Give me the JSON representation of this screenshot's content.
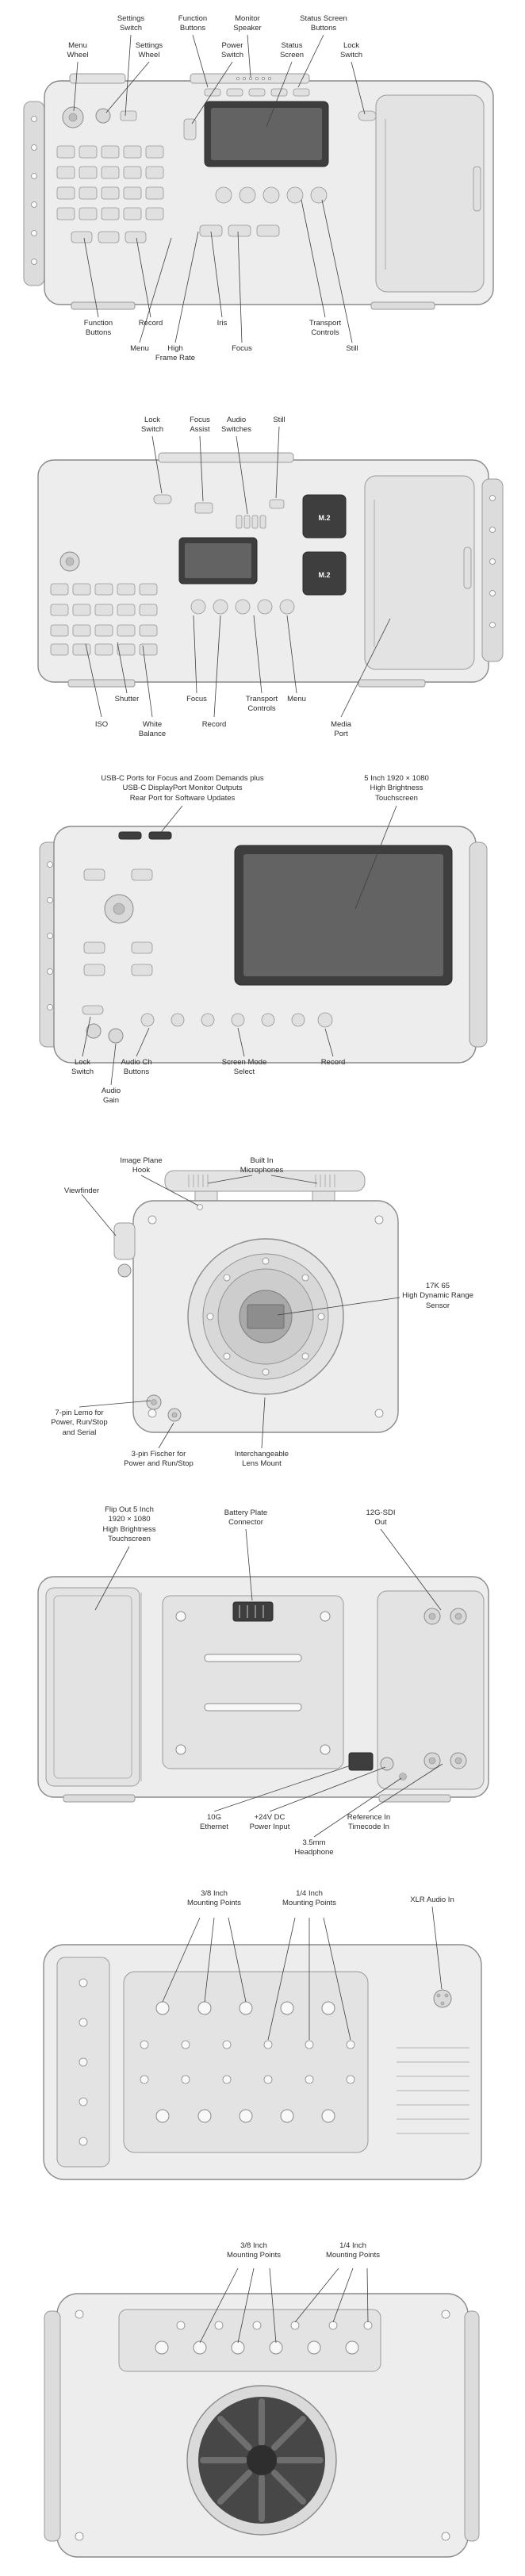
{
  "palette": {
    "background": "#ffffff",
    "label_text": "#2b2b2b",
    "leader_line": "#3f3f3f",
    "camera_body_fill": "#ededed",
    "camera_stroke": "#8a8a8a",
    "screen_dark": "#3e3e3e"
  },
  "badges": {
    "m2": "M.2"
  },
  "sections": [
    {
      "id": "side-view-control-panel",
      "labels": [
        {
          "text": "Settings\nSwitch"
        },
        {
          "text": "Function\nButtons"
        },
        {
          "text": "Monitor\nSpeaker"
        },
        {
          "text": "Status Screen\nButtons"
        },
        {
          "text": "Menu\nWheel"
        },
        {
          "text": "Settings\nWheel"
        },
        {
          "text": "Power\nSwitch"
        },
        {
          "text": "Status\nScreen"
        },
        {
          "text": "Lock\nSwitch"
        },
        {
          "text": "Function\nButtons"
        },
        {
          "text": "Record"
        },
        {
          "text": "Iris"
        },
        {
          "text": "Transport\nControls"
        },
        {
          "text": "Menu"
        },
        {
          "text": "High\nFrame Rate"
        },
        {
          "text": "Focus"
        },
        {
          "text": "Still"
        }
      ]
    },
    {
      "id": "side-view-media",
      "labels": [
        {
          "text": "Lock\nSwitch"
        },
        {
          "text": "Focus\nAssist"
        },
        {
          "text": "Audio\nSwitches"
        },
        {
          "text": "Still"
        },
        {
          "text": "Shutter"
        },
        {
          "text": "Focus"
        },
        {
          "text": "Transport\nControls"
        },
        {
          "text": "Menu"
        },
        {
          "text": "ISO"
        },
        {
          "text": "White\nBalance"
        },
        {
          "text": "Record"
        },
        {
          "text": "Media\nPort"
        }
      ]
    },
    {
      "id": "rear-view",
      "labels": [
        {
          "text": "USB-C Ports for Focus and Zoom Demands plus\nUSB-C DisplayPort Monitor Outputs\nRear Port for Software Updates"
        },
        {
          "text": "5 Inch 1920 × 1080\nHigh Brightness\nTouchscreen"
        },
        {
          "text": "Lock\nSwitch"
        },
        {
          "text": "Audio Ch\nButtons"
        },
        {
          "text": "Screen Mode\nSelect"
        },
        {
          "text": "Record"
        },
        {
          "text": "Audio\nGain"
        }
      ]
    },
    {
      "id": "front-view",
      "labels": [
        {
          "text": "Image Plane\nHook"
        },
        {
          "text": "Built In\nMicrophones"
        },
        {
          "text": "Viewfinder"
        },
        {
          "text": "17K 65\nHigh Dynamic Range\nSensor"
        },
        {
          "text": "7-pin Lemo for\nPower, Run/Stop\nand Serial"
        },
        {
          "text": "3-pin Fischer for\nPower and Run/Stop"
        },
        {
          "text": "Interchangeable\nLens Mount"
        }
      ]
    },
    {
      "id": "side-view-battery",
      "labels": [
        {
          "text": "Flip Out 5 Inch\n1920 × 1080\nHigh Brightness\nTouchscreen"
        },
        {
          "text": "Battery Plate\nConnector"
        },
        {
          "text": "12G-SDI\nOut"
        },
        {
          "text": "10G\nEthernet"
        },
        {
          "text": "+24V DC\nPower Input"
        },
        {
          "text": "3.5mm\nHeadphone"
        },
        {
          "text": "Reference In\nTimecode In"
        }
      ]
    },
    {
      "id": "top-view",
      "labels": [
        {
          "text": "3/8 Inch\nMounting Points"
        },
        {
          "text": "1/4 Inch\nMounting Points"
        },
        {
          "text": "XLR Audio In"
        }
      ]
    },
    {
      "id": "bottom-view",
      "labels": [
        {
          "text": "3/8 Inch\nMounting Points"
        },
        {
          "text": "1/4 Inch\nMounting Points"
        }
      ]
    }
  ]
}
